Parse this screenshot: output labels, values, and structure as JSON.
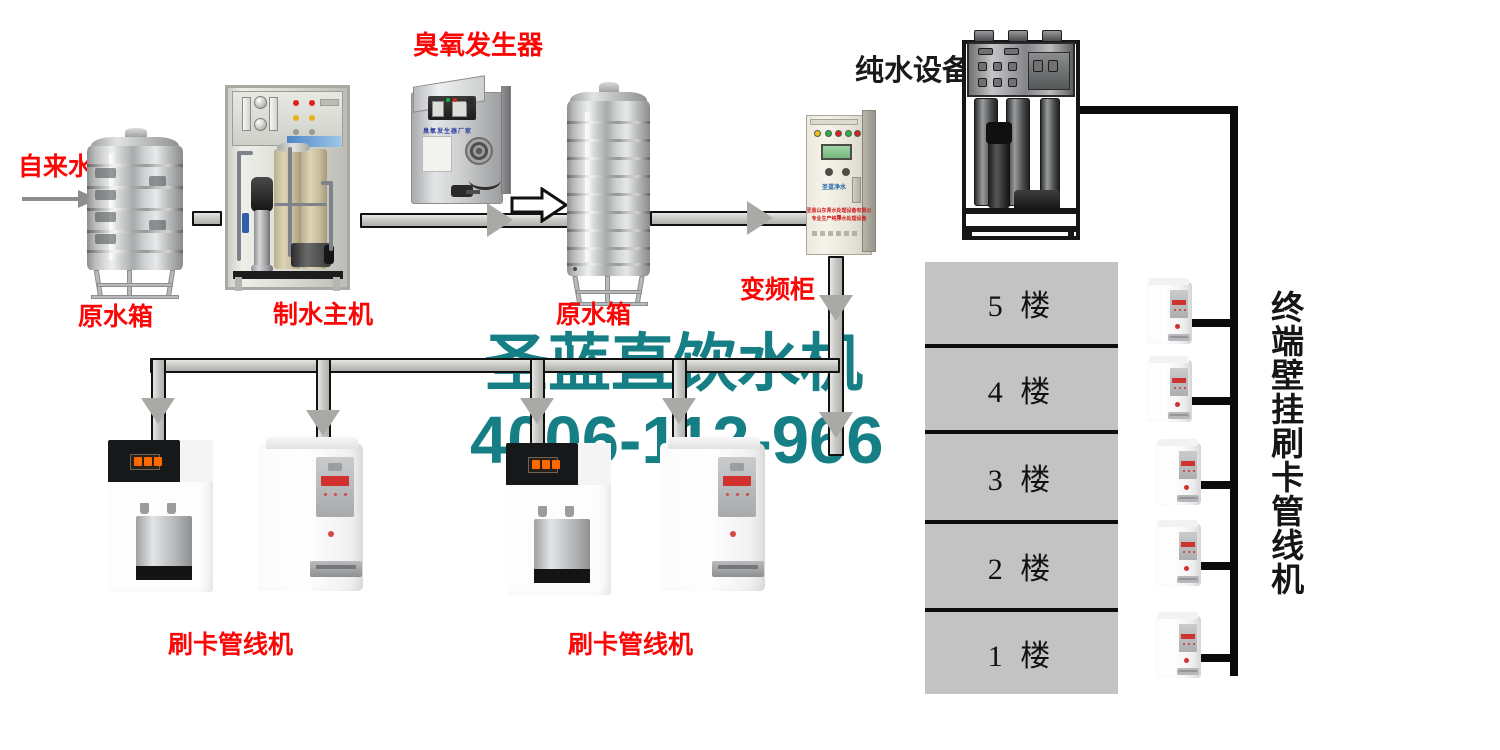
{
  "diagram": {
    "title_watermark": "圣蓝直饮水机",
    "phone_watermark": "4006-112-966",
    "accent_color": "#157f85",
    "label_red": "#fc0505",
    "label_black": "#161616"
  },
  "labels": {
    "tap_water": "自来水",
    "raw_tank_1": "原水箱",
    "ro_main": "制水主机",
    "ozone_generator": "臭氧发生器",
    "raw_tank_2": "原水箱",
    "vfd_cabinet": "变频柜",
    "pure_water_equipment": "纯水设备",
    "card_line_machine_1": "刷卡管线机",
    "card_line_machine_2": "刷卡管线机",
    "terminal_wall_machines": "终端壁挂刷卡管线机"
  },
  "building": {
    "floors": [
      "5 楼",
      "4 楼",
      "3 楼",
      "2 楼",
      "1 楼"
    ]
  },
  "flow": {
    "steps": [
      "自来水",
      "原水箱",
      "制水主机",
      "臭氧发生器",
      "原水箱",
      "变频柜",
      "纯水设备",
      "终端壁挂刷卡管线机"
    ]
  },
  "equipment": {
    "ozone_brand_text": "臭氧发生器厂家",
    "cabinet_logo_text": "圣蓝净水",
    "cabinet_red_line_1": "圣蓝山东青水处理设备有限公司",
    "cabinet_red_line_2": "专业生产纯净水处理设备",
    "dispenser_display": "88.8"
  }
}
